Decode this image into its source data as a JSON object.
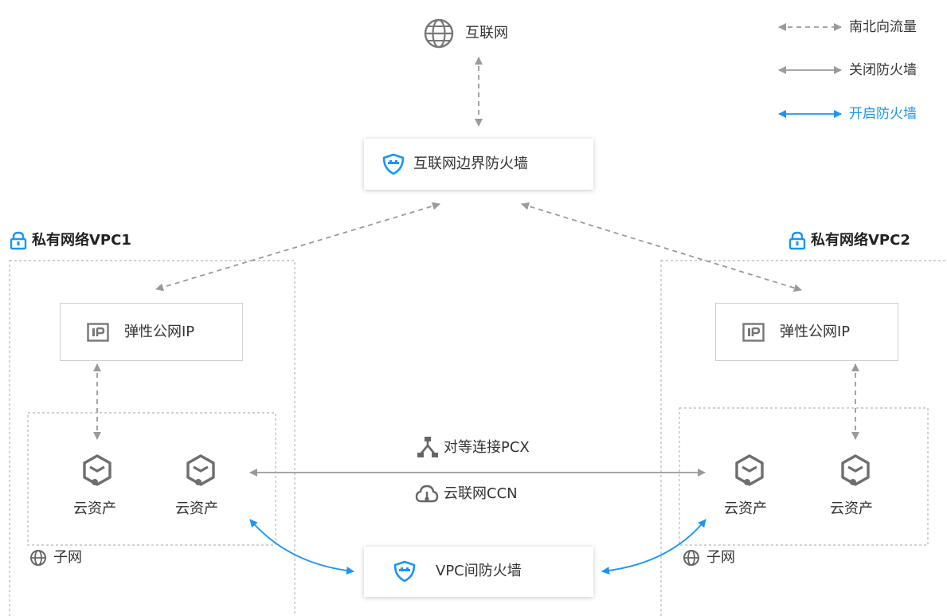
{
  "legend": {
    "north_south": "南北向流量",
    "off": "关闭防火墙",
    "on": "开启防火墙"
  },
  "internet": {
    "label": "互联网"
  },
  "border_firewall": {
    "label": "互联网边界防火墙"
  },
  "vpc1": {
    "title": "私有网络VPC1",
    "eip": "弹性公网IP",
    "subnet": "子网",
    "assets": [
      "云资产",
      "云资产"
    ]
  },
  "vpc2": {
    "title": "私有网络VPC2",
    "eip": "弹性公网IP",
    "subnet": "子网",
    "assets": [
      "云资产",
      "云资产"
    ]
  },
  "peering": {
    "label": "对等连接PCX"
  },
  "ccn": {
    "label": "云联网CCN"
  },
  "vpc_firewall": {
    "label": "VPC间防火墙"
  },
  "colors": {
    "accent": "#1a95f5",
    "gray_line": "#9a9a9a",
    "icon_gray": "#777777"
  }
}
